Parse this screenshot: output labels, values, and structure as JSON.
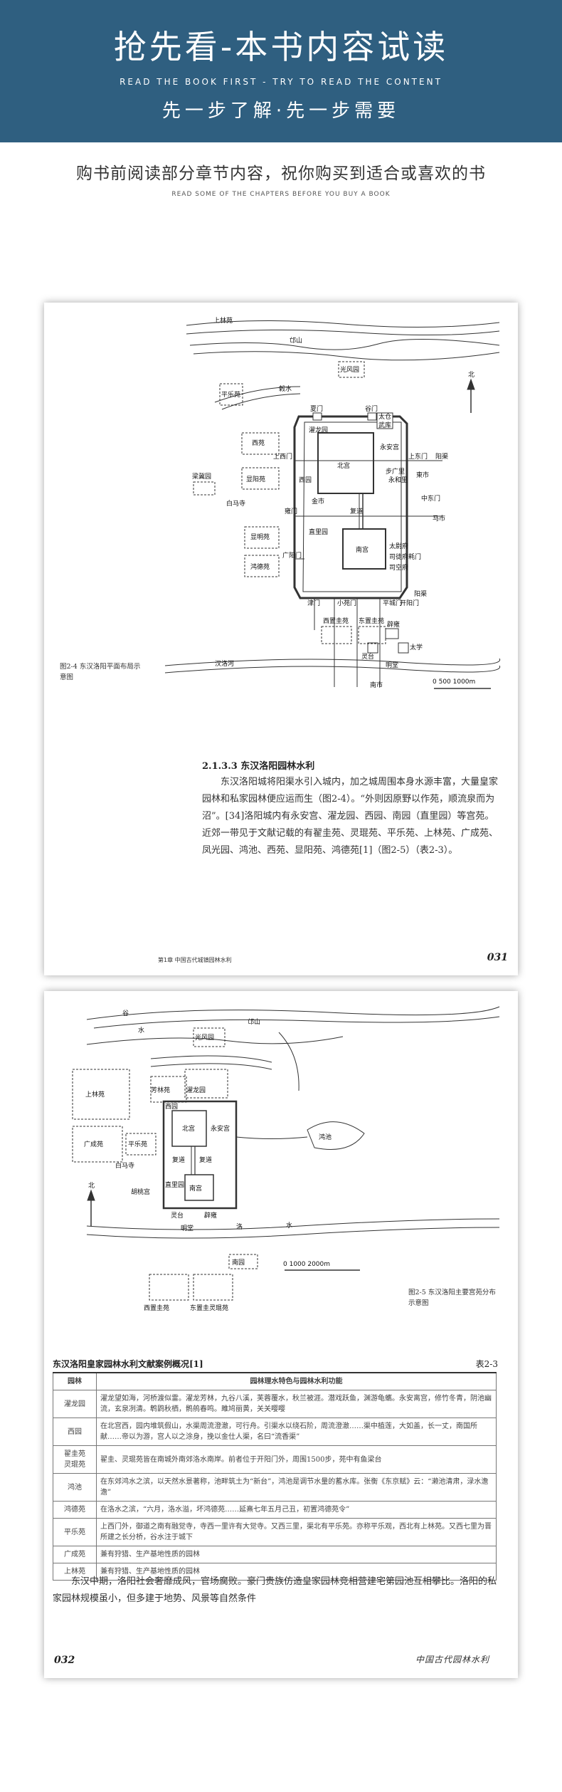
{
  "banner": {
    "title": "抢先看-本书内容试读",
    "subtitle_en": "READ THE BOOK FIRST - TRY TO READ THE CONTENT",
    "slogan": "先一步了解·先一步需要",
    "background_color": "#2f5f80"
  },
  "intro": {
    "text": "购书前阅读部分章节内容，祝你购买到适合或喜欢的书",
    "text_en": "READ SOME OF THE CHAPTERS BEFORE YOU BUY A BOOK"
  },
  "page1": {
    "map_labels": {
      "shanglin": "上林苑",
      "mangshan": "邙山",
      "guanfeng": "光风园",
      "gushui": "榖水",
      "pingle": "平乐苑",
      "ximen": "夏门",
      "gumen": "谷门",
      "taicang": "太仓",
      "wuku": "武库",
      "zhuolong": "濯龙园",
      "yongan": "永安宫",
      "beigong": "北宫",
      "xiyuan": "西苑",
      "shangximen": "上西门",
      "shangdongmen": "上东门",
      "yangqu": "阳渠",
      "buguangli": "步广里",
      "yonghe": "永和里",
      "dongshi": "東市",
      "zhongdongmen": "中东门",
      "liangjiyuan": "梁冀园",
      "xianyang": "显阳苑",
      "xiyuan2": "西园",
      "jinshi": "金市",
      "baimasi": "白马寺",
      "yongmen": "雍门",
      "fudao": "复道",
      "mashi": "马市",
      "xianming": "显明苑",
      "zhili": "直里园",
      "nangong": "南宫",
      "guangyangmen": "广阳门",
      "taiwei": "太尉府",
      "situ": "司徒府",
      "sikong": "司空府",
      "haomen": "耗门",
      "hongde": "鸿德苑",
      "jinmen": "津门",
      "xiaoyuanmen": "小苑门",
      "pingchengmen": "平城门",
      "kaiyangmen": "开阳门",
      "yangqu2": "阳渠",
      "xidishu": "西置圭苑",
      "dongdishu": "东置圭苑",
      "lingtai": "灵台",
      "biyong": "辟雍",
      "mingtang": "明堂",
      "taixue": "太学",
      "nanshi": "南市",
      "hanluo": "汉洛河",
      "north": "北",
      "scale": "0    500  1000m"
    },
    "figure_caption": "图2-4  东汉洛阳平面布局示意图",
    "section_title": "2.1.3.3  东汉洛阳园林水利",
    "body": "东汉洛阳城将阳渠水引入城内，加之城周围本身水源丰富，大量皇家园林和私家园林便应运而生（图2-4）。“外则因原野以作苑，顺流泉而为沼”。[34]洛阳城内有永安宫、濯龙园、西园、南园（直里园）等宫苑。近郊一带见于文献记载的有翟圭苑、灵琨苑、平乐苑、上林苑、广成苑、凤光园、鸿池、西苑、显阳苑、鸿德苑[1]（图2-5）（表2-3）。",
    "footer_left": "第1章  中国古代城镇园林水利",
    "page_number": "031"
  },
  "page2": {
    "map_labels": {
      "gu": "谷",
      "shui": "水",
      "mangshan": "邙山",
      "guanfeng": "光风园",
      "shanglin": "上林苑",
      "fanglin": "芳林苑",
      "zhuolong": "濯龙园",
      "guangcheng": "广成苑",
      "xiyuan": "西园",
      "beigong": "北宫",
      "yongan": "永安宫",
      "pingle": "平乐苑",
      "baimasi": "白马寺",
      "hongchi": "鸿池",
      "fudao1": "复道",
      "fudao2": "复道",
      "huxiaoyuan": "胡桃宫",
      "zhili": "直里园",
      "nangong": "南宫",
      "lingtai": "灵台",
      "biyong": "辟雍",
      "mingtang": "明堂",
      "luo": "洛",
      "shui2": "水",
      "nanyuan": "南园",
      "xishu": "西置圭苑",
      "dongshu": "东置圭灵琨苑",
      "north": "北",
      "scale": "0       1000       2000m"
    },
    "figure_caption": "图2-5  东汉洛阳主要宫苑分布示意图",
    "table_title": "东汉洛阳皇家园林水利文献案例概况[1]",
    "table_number": "表2-3",
    "table_headers": [
      "园林",
      "园林理水特色与园林水利功能"
    ],
    "table_rows": [
      [
        "濯龙园",
        "濯龙望如海，河桥渡似雷。濯龙芳林，九谷八溪，芙蓉覆水，秋兰被涯。潜戏跃鱼，渊游龟蠵。永安离宫，修竹冬青，阴池幽流，玄泉冽清。鹎鹍秋栖，鹘鸼春鸣。雎鸠丽黄，关关嘤嘤"
      ],
      [
        "西园",
        "在北宫西，园内堆筑假山，水渠周流澄澈，可行舟。引渠水以绕石阶，周流澄澈……渠中植莲，大如盖，长一丈，南国所献……帝以为游，宫人以之涂身，挽以金仕人渠，名曰“流香渠”"
      ],
      [
        "翟圭苑\n灵琨苑",
        "翟圭、灵琨苑皆在南城外南郊洛水南岸。前者位于开阳门外，周围1500步，苑中有鱼梁台"
      ],
      [
        "鸿池",
        "在东郊鸿水之滨，以天然水景著称，池畔筑土为“新台”，鸿池是调节水量的蓄水库。张衡《东京赋》云：“濑池清肃，渌水澹澹”"
      ],
      [
        "鸿德苑",
        "在洛水之滨，“六月，洛水溢，坏鸿德苑……延熹七年五月己丑，初置鸿德苑令”"
      ],
      [
        "平乐苑",
        "上西门外，御道之南有融觉寺，寺西一里许有大觉寺。又西三里，渠北有平乐苑。亦称平乐观，西北有上林苑。又西七里为晋所建之长分桥，谷水注于城下"
      ],
      [
        "广成苑",
        "兼有狩猎、生产基地性质的园林"
      ],
      [
        "上林苑",
        "兼有狩猎、生产基地性质的园林"
      ]
    ],
    "body": "东汉中期，洛阳社会奢靡成风，官场腐败。豪门贵族仿造皇家园林竞相营建宅第园池互相攀比。洛阳的私家园林规模虽小，但多建于地势、风景等自然条件",
    "page_number": "032",
    "signature": "中国古代园林水利"
  }
}
